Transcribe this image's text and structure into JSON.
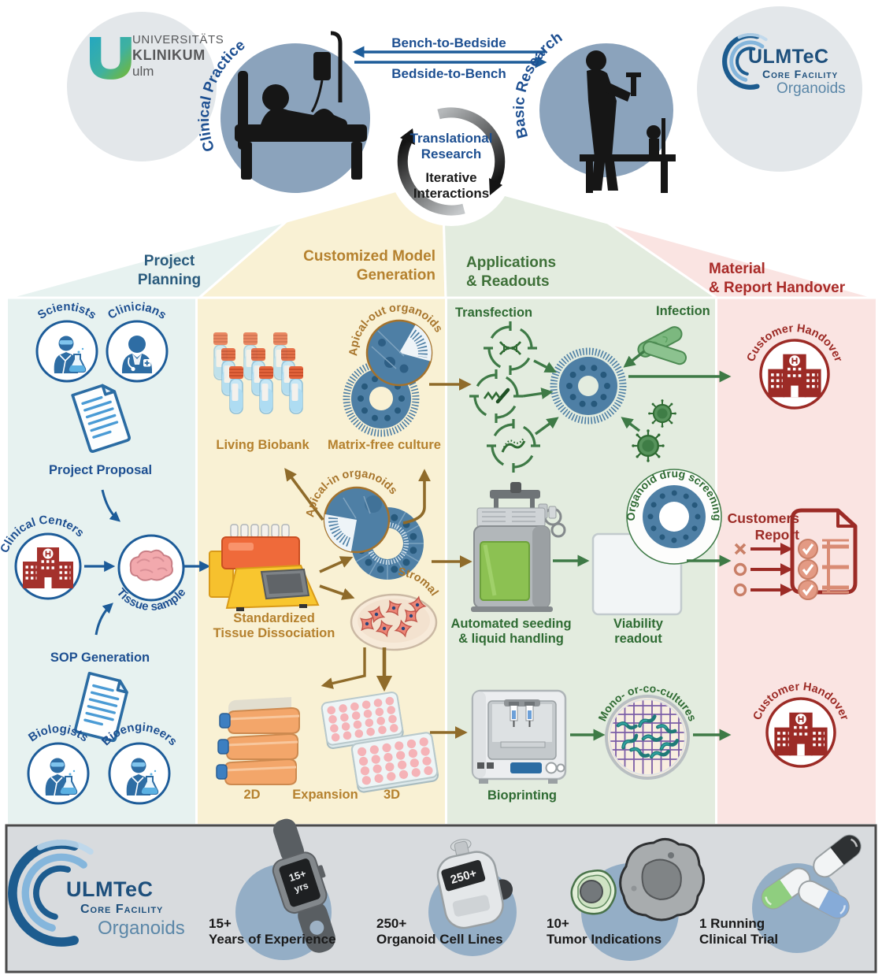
{
  "header": {
    "uni_logo": {
      "line1": "UNIVERSITÄTS",
      "line2": "KLINIKUM",
      "line3": "ulm"
    },
    "clinical_practice": "Clinical Practice",
    "basic_research": "Basic Research",
    "arrow_top": "Bench-to-Bedside",
    "arrow_bottom": "Bedside-to-Bench",
    "cycle": {
      "title_l1": "Translational",
      "title_l2": "Research",
      "sub_l1": "Iterative",
      "sub_l2": "Interactions"
    },
    "ulmtec": {
      "name": "ULMTeC",
      "facility": "Core Facility",
      "unit": "Organoids"
    }
  },
  "pipeline": {
    "planning": {
      "title_l1": "Project",
      "title_l2": "Planning",
      "scientists": "Scientists",
      "clinicians": "Clinicians",
      "project_proposal": "Project Proposal",
      "clinical_centers": "Clinical Centers",
      "tissue_sample": "Tissue sample",
      "sop_generation": "SOP Generation",
      "biologists": "Biologists",
      "bioengineers": "Bioengineers"
    },
    "model_generation": {
      "title_l1": "Customized Model",
      "title_l2": "Generation",
      "living_biobank": "Living Biobank",
      "apical_out": "Apical-out organoids",
      "matrix_free": "Matrix-free culture",
      "apical_in": "Apical-in organoids",
      "dissociation_l1": "Standardized",
      "dissociation_l2": "Tissue Dissociation",
      "stromal": "Stromal",
      "flask_2d": "2D",
      "expansion": "Expansion",
      "plate_3d": "3D"
    },
    "applications": {
      "title_l1": "Applications",
      "title_l2": "& Readouts",
      "transfection": "Transfection",
      "infection": "Infection",
      "seeding_l1": "Automated seeding",
      "seeding_l2": "& liquid handling",
      "drug_screening": "Organoid drug screening",
      "viability_l1": "Viability",
      "viability_l2": "readout",
      "bioprinting": "Bioprinting",
      "cocultures": "Mono- or-co-cultures"
    },
    "handover": {
      "title_l1": "Material",
      "title_l2": "& Report Handover",
      "customer_handover_top": "Customer Handover",
      "report_l1": "Customers",
      "report_l2": "Report",
      "customer_handover_bottom": "Customer Handover"
    }
  },
  "footer": {
    "ulmtec": {
      "name": "ULMTeC",
      "facility": "Core Facility",
      "unit": "Organoids"
    },
    "stats": [
      {
        "value": "15+",
        "label": "Years of Experience",
        "badge_l1": "15+",
        "badge_l2": "yrs"
      },
      {
        "value": "250+",
        "label": "Organoid Cell Lines",
        "badge": "250+"
      },
      {
        "value": "10+",
        "label": "Tumor Indications"
      },
      {
        "value": "1 Running",
        "label": "Clinical Trial"
      }
    ]
  },
  "colors": {
    "planning_bg": "#e7f2f0",
    "model_bg": "#f9f1d4",
    "applications_bg": "#e3ecdf",
    "handover_bg": "#fae4e2",
    "planning_accent": "#1d4f91",
    "model_accent": "#b5812e",
    "applications_accent": "#2f6b33",
    "handover_accent": "#9c2b26",
    "organoid_blue": "#4e7fa5",
    "people_circle": "#8ba3bc",
    "footer_bg": "#d8dbde"
  }
}
